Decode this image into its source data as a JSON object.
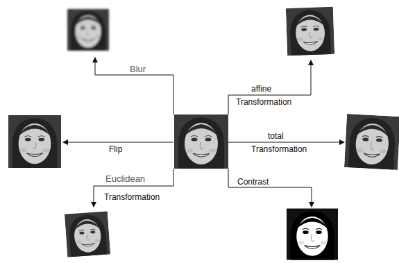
{
  "diagram": {
    "labels": [
      "Blur",
      "affine",
      "Transformation",
      "Flip",
      "total",
      "Transformation",
      "Euclidean",
      "Transformation",
      "Contrast"
    ]
  }
}
